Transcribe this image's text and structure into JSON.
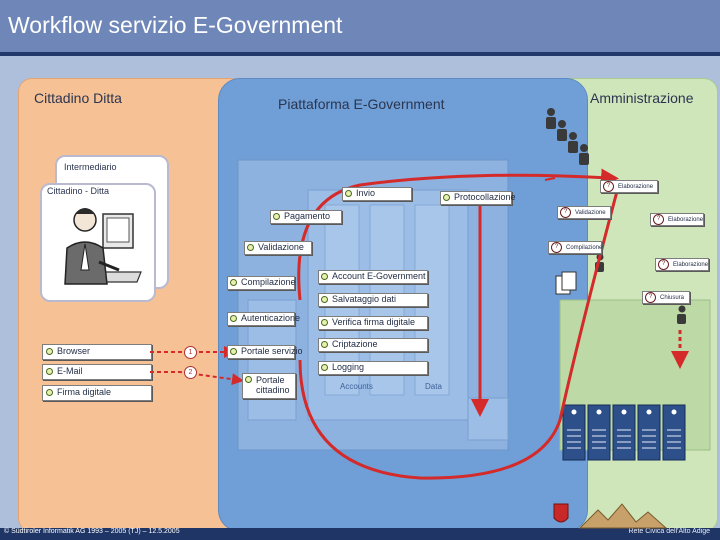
{
  "slide": {
    "title": "Workflow servizio E-Government"
  },
  "regions": {
    "cittadino": "Cittadino Ditta",
    "piattaforma": "Piattaforma E-Government",
    "amministrazione": "Amministrazione"
  },
  "intermediario": {
    "label": "Intermediario",
    "sublabel": "Cittadino - Ditta"
  },
  "client_items": [
    "Browser",
    "E-Mail",
    "Firma digitale"
  ],
  "platform_steps": {
    "invio": "Invio",
    "protocollazione": "Protocollazione",
    "pagamento": "Pagamento",
    "validazione": "Validazione",
    "compilazione": "Compilazione",
    "autenticazione": "Autenticazione",
    "portale_servizio": "Portale servizio",
    "portale_cittadino": "Portale cittadino"
  },
  "platform_services": [
    "Account E-Government",
    "Salvataggio dati",
    "Verifica firma digitale",
    "Criptazione",
    "Logging"
  ],
  "platform_footer": {
    "accounts": "Accounts",
    "data": "Data"
  },
  "admin_steps": {
    "elaborazione_1": "Elaborazione",
    "validazione": "Validazione",
    "elaborazione_2": "Elaborazione",
    "compilazione": "Compilazione",
    "elaborazione_3": "Elaborazione",
    "chiusura": "Chiusura"
  },
  "flow_numbers": [
    "1",
    "2"
  ],
  "footer": {
    "copyright": "© Südtiroler Informatik AG 1993 – 2005   (TJ) – 12.5.2005",
    "right": "Rete Civica dell'Alto Adige"
  },
  "colors": {
    "title_bar": "#6f87b8",
    "cittadino_panel": "#f6c295",
    "piattaforma_panel": "#6f9fd6",
    "amministrazione_panel": "#cfe6bb",
    "flow_arrow": "#d42a2a"
  }
}
